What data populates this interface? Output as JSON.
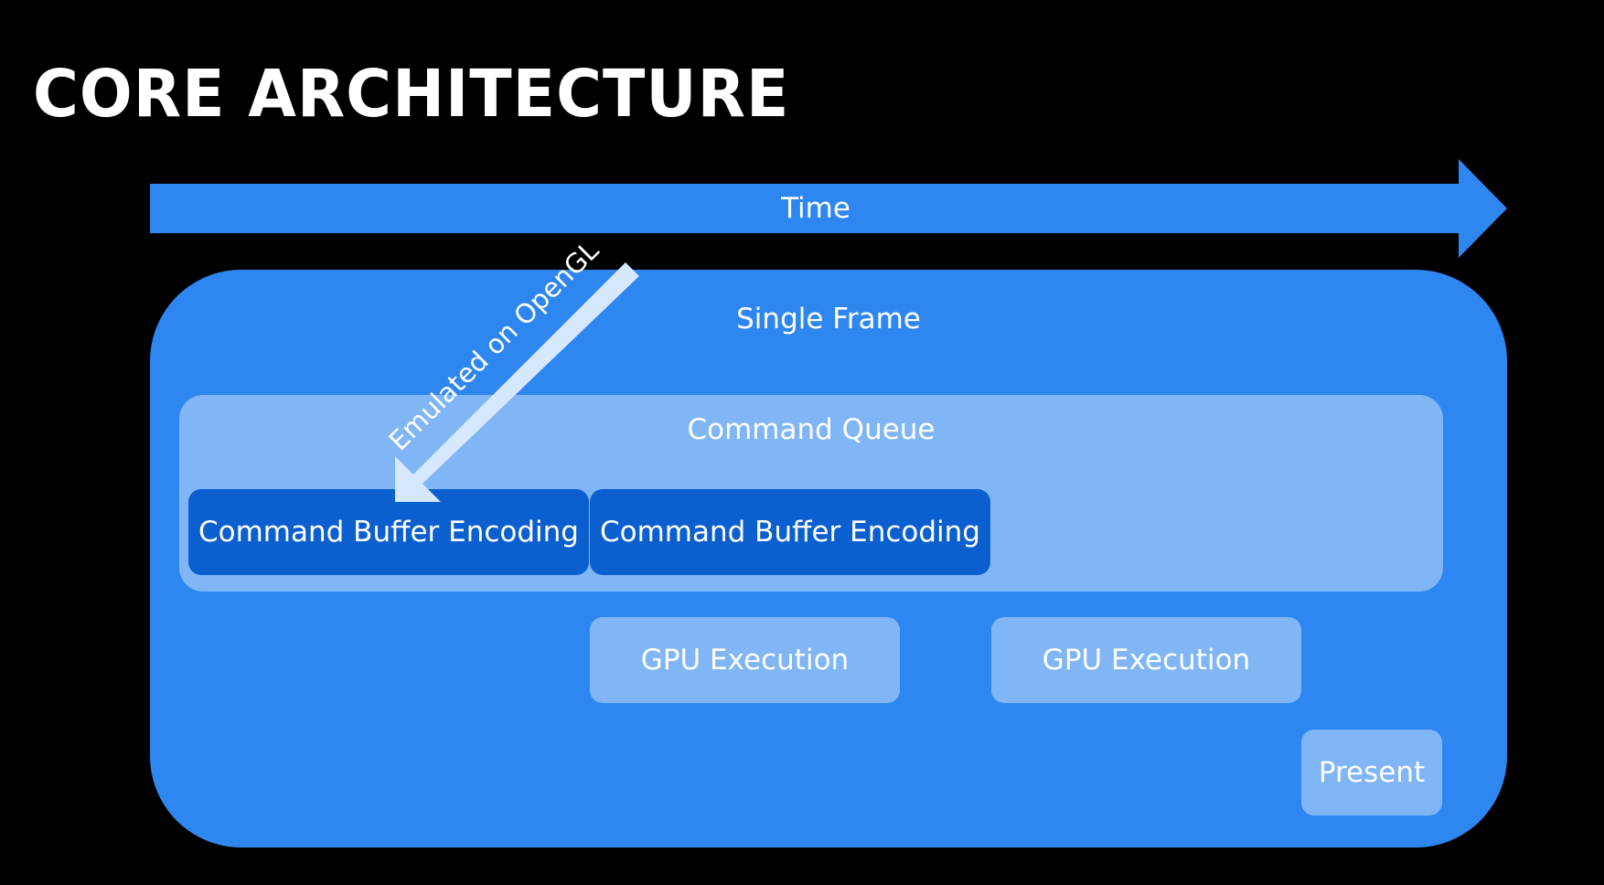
{
  "title": "CORE ARCHITECTURE",
  "timeline": {
    "label": "Time"
  },
  "frame": {
    "label": "Single Frame"
  },
  "queue": {
    "label": "Command Queue",
    "buffers": [
      "Command Buffer Encoding",
      "Command Buffer Encoding"
    ]
  },
  "gpu": [
    "GPU Execution",
    "GPU Execution"
  ],
  "present": "Present",
  "annotation": {
    "label": "Emulated on OpenGL"
  },
  "colors": {
    "background": "#000000",
    "frame": "#2e86f0",
    "queue": "#80b6f5",
    "command_buffer": "#0b5fcf",
    "annotation_arrow": "#d6e8fd",
    "text": "#ffffff"
  }
}
